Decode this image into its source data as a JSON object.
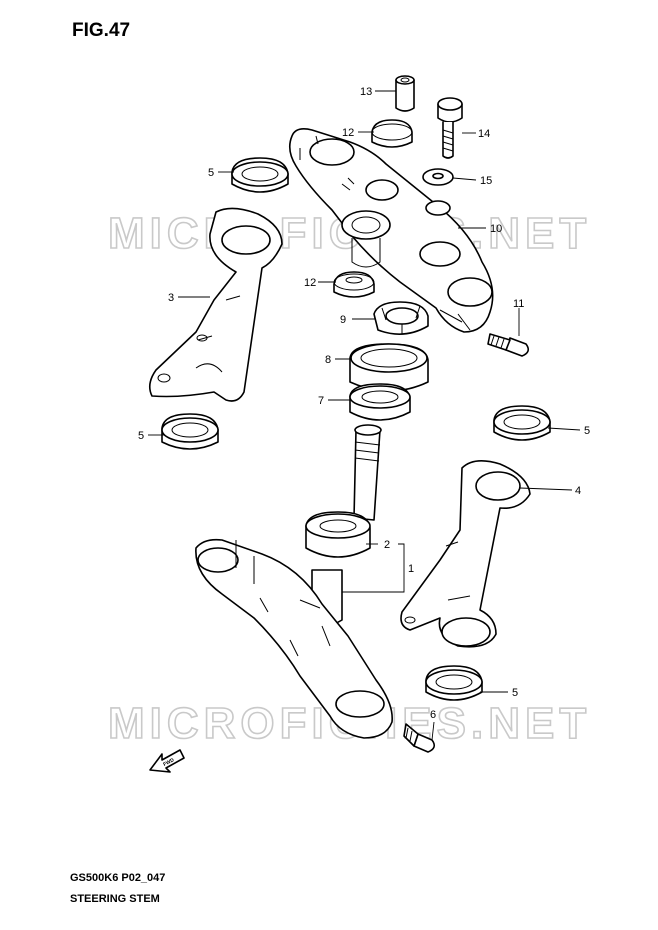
{
  "figure": {
    "title": "FIG.47",
    "code": "GS500K6 P02_047",
    "name": "STEERING STEM",
    "watermark": "MICROFICHES.NET",
    "fwd_label": "FWD"
  },
  "callouts": [
    {
      "id": "c13",
      "label": "13"
    },
    {
      "id": "c12a",
      "label": "12"
    },
    {
      "id": "c14",
      "label": "14"
    },
    {
      "id": "c5a",
      "label": "5"
    },
    {
      "id": "c15",
      "label": "15"
    },
    {
      "id": "c10",
      "label": "10"
    },
    {
      "id": "c12b",
      "label": "12"
    },
    {
      "id": "c3",
      "label": "3"
    },
    {
      "id": "c11",
      "label": "11"
    },
    {
      "id": "c9",
      "label": "9"
    },
    {
      "id": "c8",
      "label": "8"
    },
    {
      "id": "c7",
      "label": "7"
    },
    {
      "id": "c5b",
      "label": "5"
    },
    {
      "id": "c5c",
      "label": "5"
    },
    {
      "id": "c4",
      "label": "4"
    },
    {
      "id": "c2",
      "label": "2"
    },
    {
      "id": "c1",
      "label": "1"
    },
    {
      "id": "c5d",
      "label": "5"
    },
    {
      "id": "c6",
      "label": "6"
    }
  ]
}
